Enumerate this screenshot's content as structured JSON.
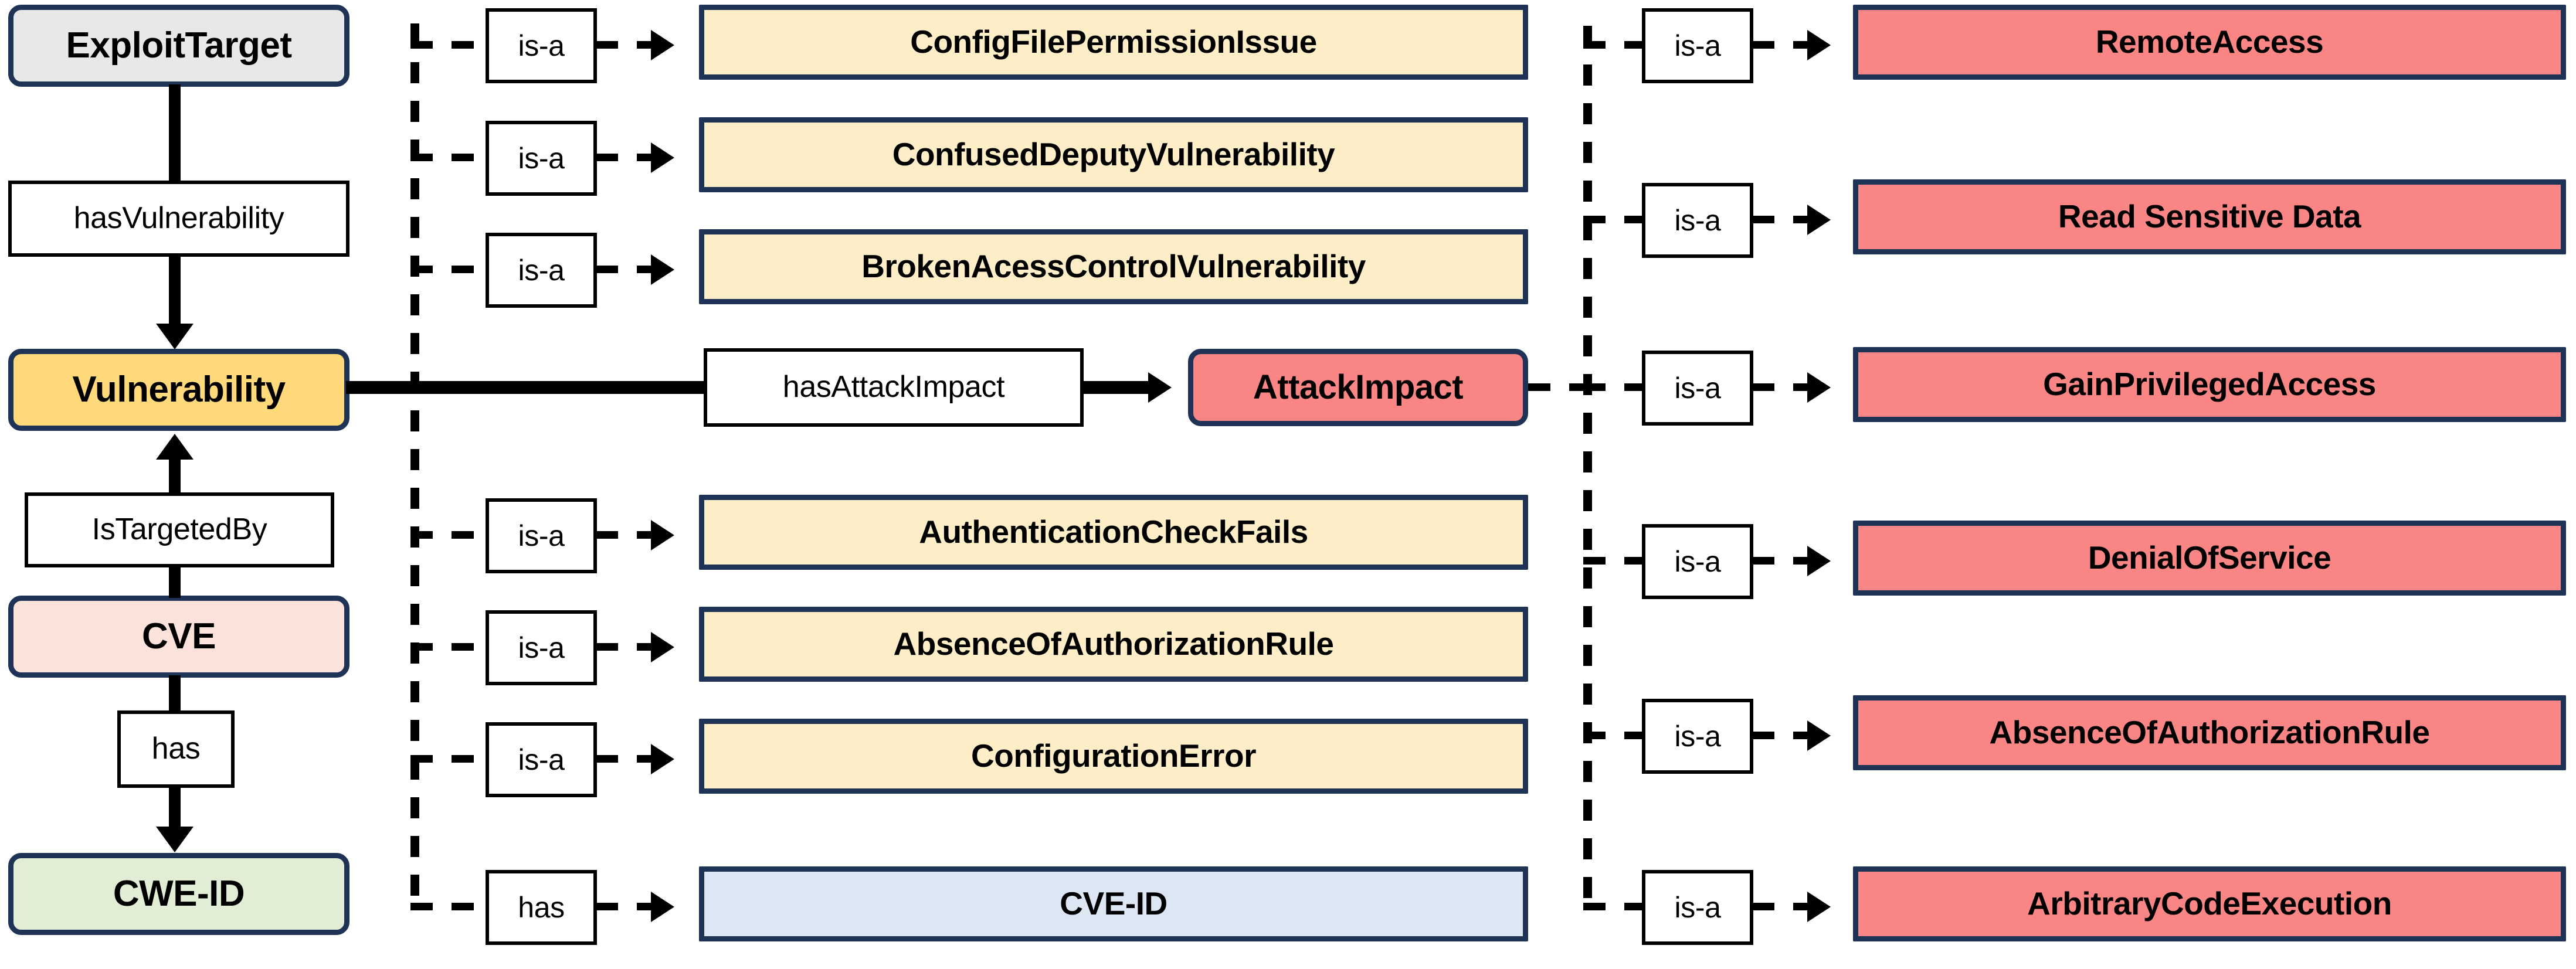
{
  "diagram": {
    "title": "Vulnerability / AttackImpact ontology graph",
    "colors": {
      "border": "#1e3356",
      "grey_fill": "#e8e8e8",
      "yellow_fill": "#ffd97a",
      "pale_yellow_fill": "#fdeec7",
      "pink_fill": "#fbe3db",
      "green_fill": "#e2edd5",
      "red_fill": "#fa8585",
      "blue_fill": "#dde7f4",
      "white_fill": "#ffffff",
      "line": "#000000"
    }
  },
  "left_column": {
    "nodes": [
      {
        "id": "exploit-target",
        "label": "ExploitTarget",
        "fill": "grey"
      },
      {
        "id": "vulnerability",
        "label": "Vulnerability",
        "fill": "yellow"
      },
      {
        "id": "cve",
        "label": "CVE",
        "fill": "pink"
      },
      {
        "id": "cwe-id",
        "label": "CWE-ID",
        "fill": "green"
      }
    ],
    "relations": [
      {
        "id": "has-vulnerability",
        "label": "hasVulnerability",
        "direction": "down"
      },
      {
        "id": "is-targeted-by",
        "label": "IsTargetedBy",
        "direction": "up"
      },
      {
        "id": "has",
        "label": "has",
        "direction": "down"
      }
    ]
  },
  "middle_column": {
    "spine_label_default": "is-a",
    "rows": [
      {
        "relation": "is-a",
        "label": "ConfigFilePermissionIssue",
        "fill": "pale_yellow"
      },
      {
        "relation": "is-a",
        "label": "ConfusedDeputyVulnerability",
        "fill": "pale_yellow"
      },
      {
        "relation": "is-a",
        "label": "BrokenAcessControlVulnerability",
        "fill": "pale_yellow"
      },
      {
        "relation": "is-a",
        "label": "AuthenticationCheckFails",
        "fill": "pale_yellow"
      },
      {
        "relation": "is-a",
        "label": "AbsenceOfAuthorizationRule",
        "fill": "pale_yellow"
      },
      {
        "relation": "is-a",
        "label": "ConfigurationError",
        "fill": "pale_yellow"
      },
      {
        "relation": "has",
        "label": "CVE-ID",
        "fill": "blue"
      }
    ]
  },
  "attack_impact_row": {
    "relation": "hasAttackImpact",
    "node": "AttackImpact",
    "fill": "red"
  },
  "right_column": {
    "spine_label_default": "is-a",
    "rows": [
      {
        "relation": "is-a",
        "label": "RemoteAccess",
        "fill": "red"
      },
      {
        "relation": "is-a",
        "label": "Read Sensitive Data",
        "fill": "red"
      },
      {
        "relation": "is-a",
        "label": "GainPrivilegedAccess",
        "fill": "red"
      },
      {
        "relation": "is-a",
        "label": "DenialOfService",
        "fill": "red"
      },
      {
        "relation": "is-a",
        "label": "AbsenceOfAuthorizationRule",
        "fill": "red"
      },
      {
        "relation": "is-a",
        "label": "ArbitraryCodeExecution",
        "fill": "red"
      }
    ]
  }
}
